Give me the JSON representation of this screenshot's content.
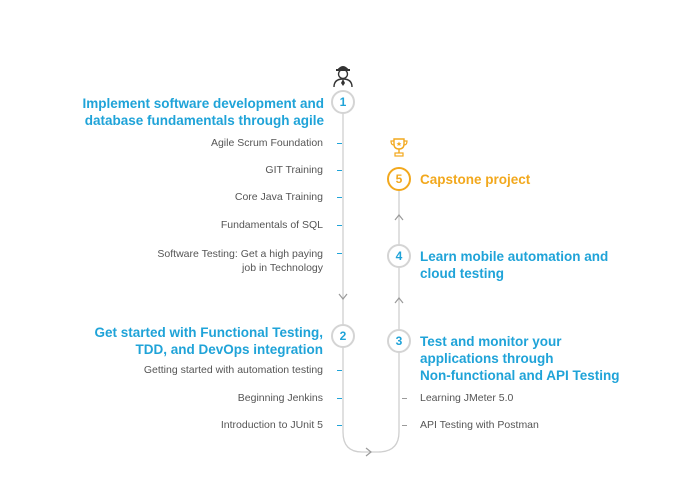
{
  "steps": [
    {
      "num": "1",
      "title_line1": "Implement software development and",
      "title_line2": "database fundamentals through agile"
    },
    {
      "num": "2",
      "title_line1": "Get started with Functional Testing,",
      "title_line2": "TDD, and DevOps integration"
    },
    {
      "num": "3",
      "title_line1": "Test and monitor your",
      "title_line2": "applications through",
      "title_line3": "Non-functional and API Testing"
    },
    {
      "num": "4",
      "title_line1": "Learn mobile automation and",
      "title_line2": "cloud testing"
    },
    {
      "num": "5",
      "title_line1": "Capstone project"
    }
  ],
  "step1_courses": [
    "Agile Scrum Foundation",
    "GIT Training",
    "Core Java Training",
    "Fundamentals of SQL",
    "Software Testing: Get a high paying",
    "job in Technology"
  ],
  "step2_courses": [
    "Getting started with automation testing",
    "Beginning Jenkins",
    "Introduction to JUnit 5"
  ],
  "step3_courses": [
    "Learning JMeter 5.0",
    "API Testing with Postman"
  ],
  "icons": {
    "start": "person-icon",
    "finish": "trophy-icon"
  },
  "colors": {
    "blue": "#1fa3d8",
    "orange": "#f2a81d",
    "line": "#cfcfcf"
  }
}
